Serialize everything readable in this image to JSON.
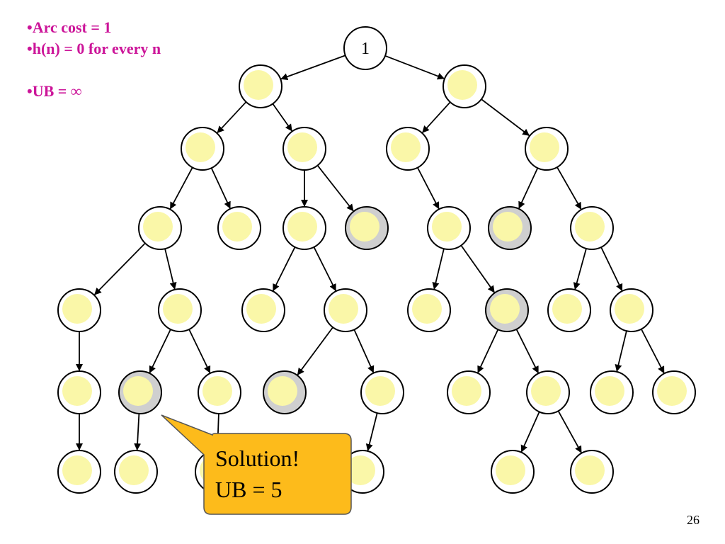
{
  "bullets": {
    "arc_cost": "•Arc cost = 1",
    "heuristic": "•h(n) = 0 for every n",
    "upper_bound": "•UB = ∞"
  },
  "root_label": "1",
  "partial_label": "1",
  "callout": {
    "line1": "Solution!",
    "line2": "UB = 5"
  },
  "page_number": "26",
  "colors": {
    "bullet_text": "#cc1599",
    "node_fill": "#faf7a8",
    "node_ring_normal": "#ffffff",
    "node_ring_closed": "#cfcfcf",
    "callout_fill": "#fdbb1b"
  },
  "tree": {
    "nodes": [
      {
        "id": "n0",
        "type": "root"
      },
      {
        "id": "n1",
        "type": "normal"
      },
      {
        "id": "n2",
        "type": "normal"
      },
      {
        "id": "n3",
        "type": "normal"
      },
      {
        "id": "n4",
        "type": "normal"
      },
      {
        "id": "n5",
        "type": "normal"
      },
      {
        "id": "n6",
        "type": "normal"
      },
      {
        "id": "n7",
        "type": "normal"
      },
      {
        "id": "n8",
        "type": "normal"
      },
      {
        "id": "n9",
        "type": "partial"
      },
      {
        "id": "n10",
        "type": "closed"
      },
      {
        "id": "n11",
        "type": "normal"
      },
      {
        "id": "n12",
        "type": "closed"
      },
      {
        "id": "n13",
        "type": "normal"
      },
      {
        "id": "n14",
        "type": "normal"
      },
      {
        "id": "n15",
        "type": "normal"
      },
      {
        "id": "n16",
        "type": "normal"
      },
      {
        "id": "n17",
        "type": "normal"
      },
      {
        "id": "n18",
        "type": "normal"
      },
      {
        "id": "n19",
        "type": "closed"
      },
      {
        "id": "n20",
        "type": "normal"
      },
      {
        "id": "n21",
        "type": "normal"
      },
      {
        "id": "n22",
        "type": "normal"
      },
      {
        "id": "n23",
        "type": "closed"
      },
      {
        "id": "n24",
        "type": "normal"
      },
      {
        "id": "n25",
        "type": "closed"
      },
      {
        "id": "n26",
        "type": "normal"
      },
      {
        "id": "n27",
        "type": "normal"
      },
      {
        "id": "n28",
        "type": "normal"
      },
      {
        "id": "n29",
        "type": "normal"
      },
      {
        "id": "n30",
        "type": "normal"
      },
      {
        "id": "n31",
        "type": "normal"
      },
      {
        "id": "n32",
        "type": "normal"
      },
      {
        "id": "n33",
        "type": "normal"
      },
      {
        "id": "n34",
        "type": "normal"
      },
      {
        "id": "n35",
        "type": "normal"
      },
      {
        "id": "n36",
        "type": "normal"
      },
      {
        "id": "n37",
        "type": "normal"
      },
      {
        "id": "n38",
        "type": "normal"
      }
    ],
    "edges": [
      [
        "n0",
        "n1"
      ],
      [
        "n0",
        "n2"
      ],
      [
        "n1",
        "n3"
      ],
      [
        "n1",
        "n4"
      ],
      [
        "n2",
        "n5"
      ],
      [
        "n2",
        "n6"
      ],
      [
        "n3",
        "n7"
      ],
      [
        "n3",
        "n8"
      ],
      [
        "n4",
        "n9"
      ],
      [
        "n4",
        "n10"
      ],
      [
        "n5",
        "n11"
      ],
      [
        "n6",
        "n12"
      ],
      [
        "n6",
        "n13"
      ],
      [
        "n7",
        "n14"
      ],
      [
        "n7",
        "n15"
      ],
      [
        "n9",
        "n16"
      ],
      [
        "n9",
        "n17"
      ],
      [
        "n11",
        "n18"
      ],
      [
        "n11",
        "n19"
      ],
      [
        "n13",
        "n20"
      ],
      [
        "n13",
        "n21"
      ],
      [
        "n14",
        "n22"
      ],
      [
        "n15",
        "n23"
      ],
      [
        "n15",
        "n24"
      ],
      [
        "n17",
        "n25"
      ],
      [
        "n17",
        "n26"
      ],
      [
        "n19",
        "n27"
      ],
      [
        "n19",
        "n28"
      ],
      [
        "n21",
        "n29"
      ],
      [
        "n21",
        "n30"
      ],
      [
        "n22",
        "n31"
      ],
      [
        "n23",
        "n32"
      ],
      [
        "n24",
        "n33"
      ],
      [
        "n26",
        "n34"
      ],
      [
        "n28",
        "n35"
      ],
      [
        "n28",
        "n36"
      ]
    ]
  }
}
